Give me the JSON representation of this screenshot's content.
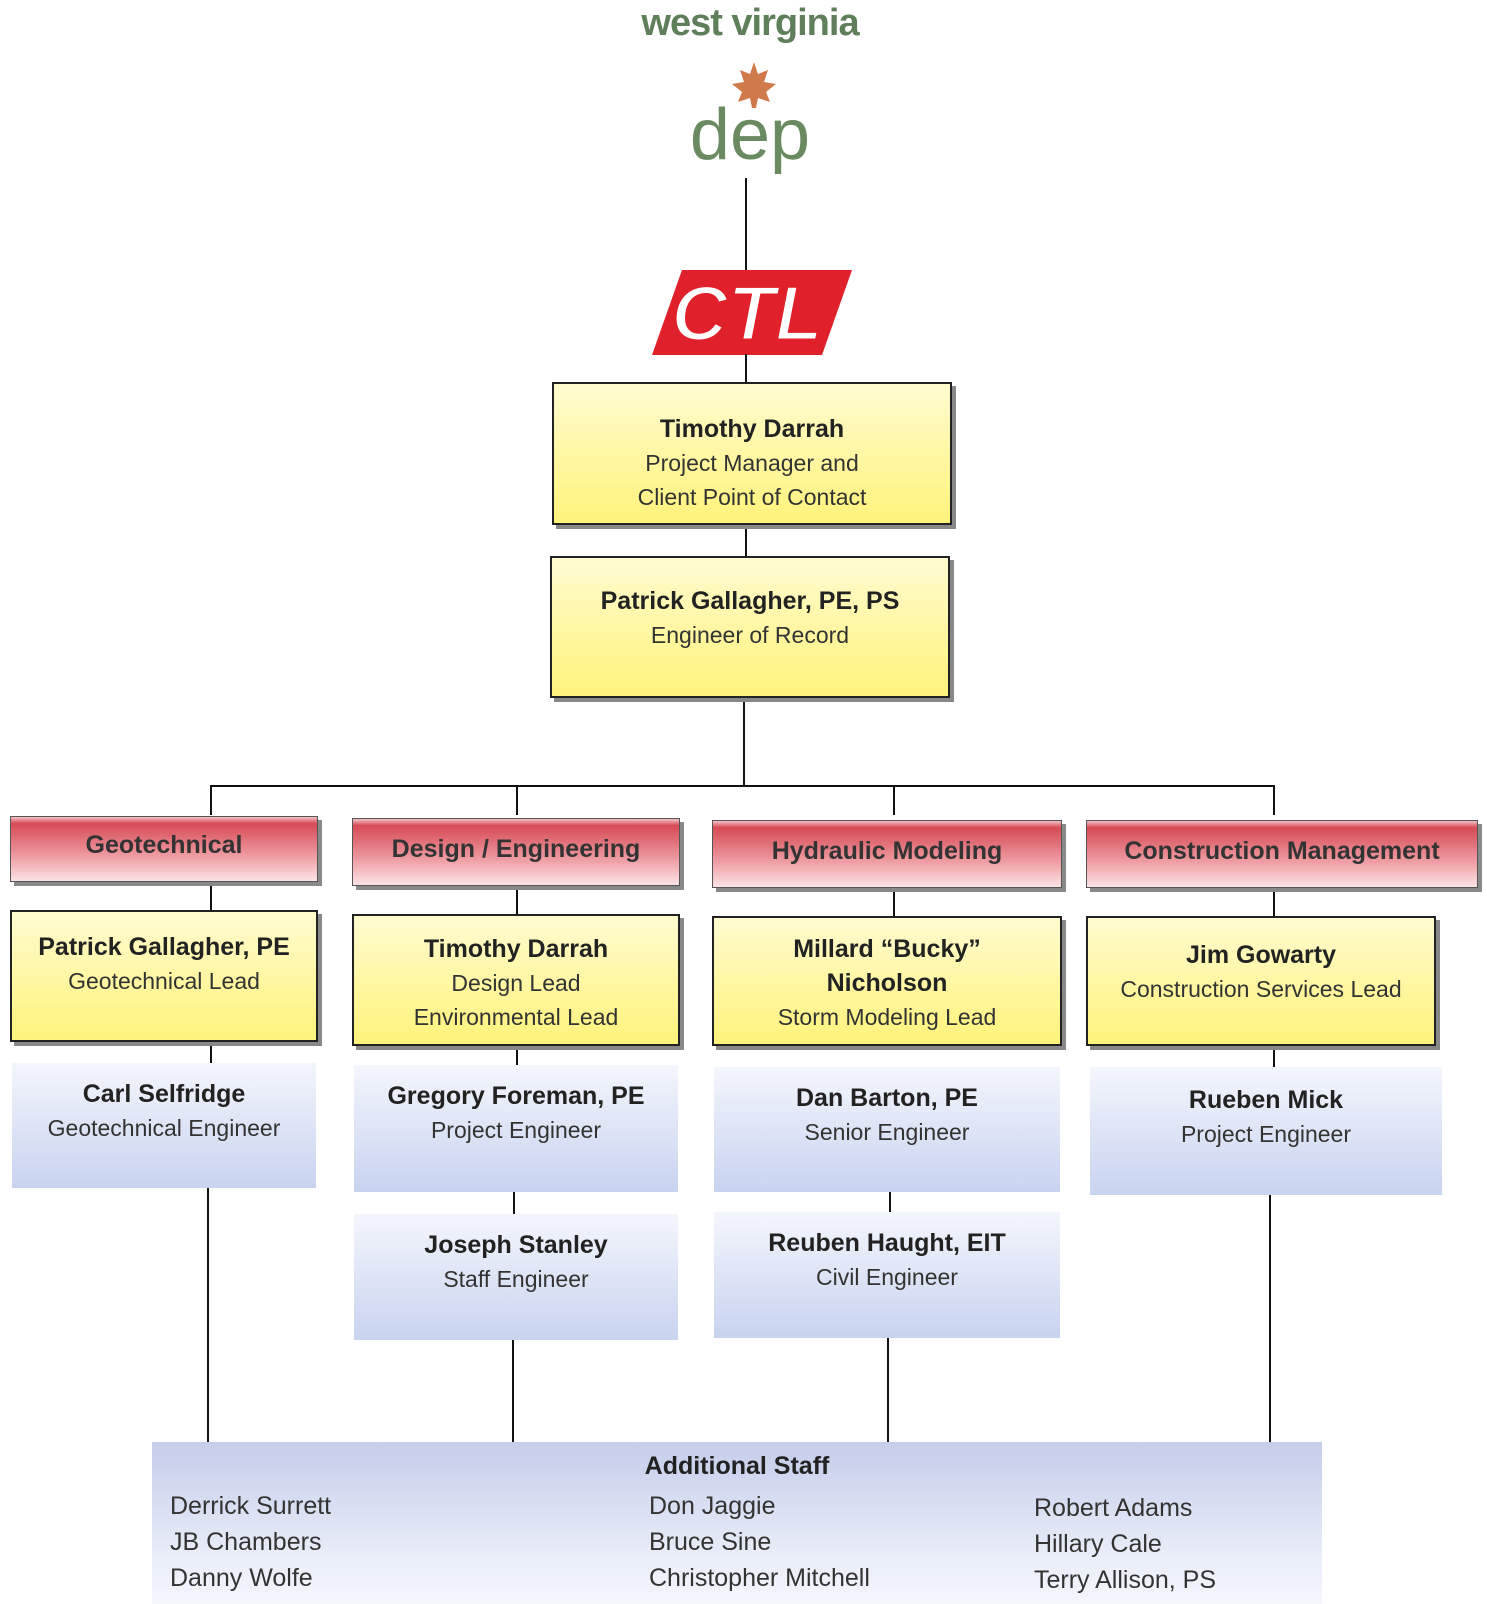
{
  "header": {
    "agency_top": "west virginia",
    "agency_bottom": "dep",
    "company_logo": "CTL"
  },
  "top_roles": {
    "pm": {
      "name": "Timothy Darrah",
      "role_line1": "Project Manager and",
      "role_line2": "Client Point of Contact"
    },
    "eor": {
      "name": "Patrick Gallagher, PE, PS",
      "role": "Engineer of Record"
    }
  },
  "departments": [
    {
      "title": "Geotechnical",
      "lead": {
        "name": "Patrick Gallagher, PE",
        "role": "Geotechnical Lead"
      },
      "staff": [
        {
          "name": "Carl Selfridge",
          "role": "Geotechnical Engineer"
        }
      ]
    },
    {
      "title": "Design / Engineering",
      "lead": {
        "name": "Timothy Darrah",
        "role": "Design Lead",
        "role2": "Environmental Lead"
      },
      "staff": [
        {
          "name": "Gregory Foreman, PE",
          "role": "Project Engineer"
        },
        {
          "name": "Joseph Stanley",
          "role": "Staff Engineer"
        }
      ]
    },
    {
      "title": "Hydraulic Modeling",
      "lead": {
        "name_line1": "Millard “Bucky”",
        "name_line2": "Nicholson",
        "role": "Storm Modeling Lead"
      },
      "staff": [
        {
          "name": "Dan Barton, PE",
          "role": "Senior Engineer"
        },
        {
          "name": "Reuben Haught, EIT",
          "role": "Civil Engineer"
        }
      ]
    },
    {
      "title": "Construction Management",
      "lead": {
        "name": "Jim Gowarty",
        "role": "Construction Services Lead"
      },
      "staff": [
        {
          "name": "Rueben Mick",
          "role": "Project Engineer"
        }
      ]
    }
  ],
  "additional_staff": {
    "title": "Additional Staff",
    "col1": [
      "Derrick Surrett",
      "JB Chambers",
      "Danny Wolfe"
    ],
    "col2": [
      "Don Jaggie",
      "Bruce Sine",
      "Christopher Mitchell"
    ],
    "col3": [
      "Robert Adams",
      "Hillary Cale",
      "Terry Allison, PS"
    ]
  },
  "colors": {
    "lead_box": "#fff37a",
    "department_header": "#d64a55",
    "staff_box": "#c8d3f0",
    "ctl_red": "#e0202a",
    "wvdep_green": "#6a8a62",
    "leaf_orange": "#c8622a"
  }
}
